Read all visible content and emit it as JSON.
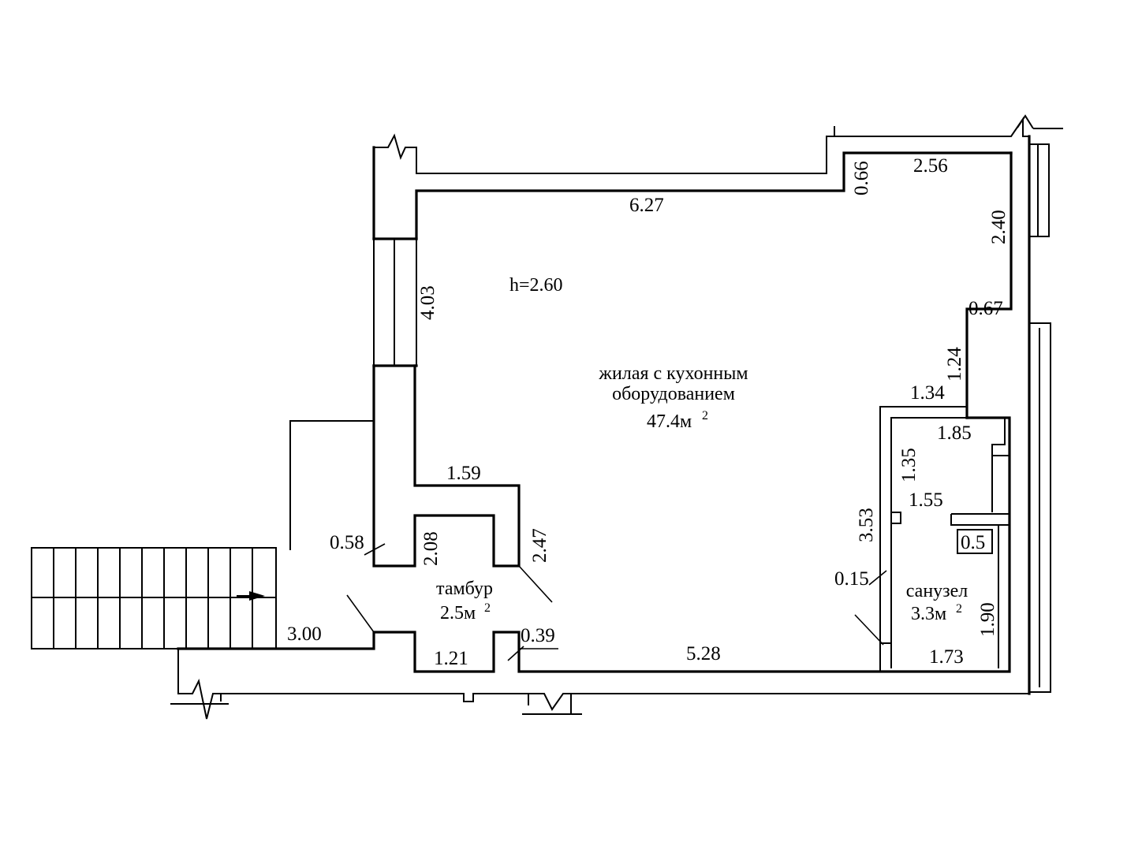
{
  "height_label": "h=2.60",
  "rooms": {
    "living": {
      "line1": "жилая с кухонным",
      "line2": "оборудованием",
      "area": "47.4м",
      "unit_sup": "2"
    },
    "vestibule": {
      "name": "тамбур",
      "area": "2.5м",
      "unit_sup": "2"
    },
    "bathroom": {
      "name": "санузел",
      "area": "3.3м",
      "unit_sup": "2"
    }
  },
  "dimensions": {
    "top_wall": "6.27",
    "top_step": "0.66",
    "top_right": "2.56",
    "right_upper": "2.40",
    "right_step": "0.67",
    "right_mid": "1.24",
    "bath_top_left": "1.34",
    "bath_top": "1.85",
    "bath_left_upper": "1.35",
    "bath_inner": "1.55",
    "bath_left": "3.53",
    "bath_small": "0.5",
    "bath_door": "0.15",
    "bath_right": "1.90",
    "bath_bottom": "1.73",
    "bottom_wall": "5.28",
    "door_right": "0.39",
    "vest_bottom": "1.21",
    "stair_landing": "3.00",
    "left_door": "0.58",
    "vest_left": "2.08",
    "vest_right": "2.47",
    "partition_top": "1.59",
    "window_left": "4.03"
  }
}
